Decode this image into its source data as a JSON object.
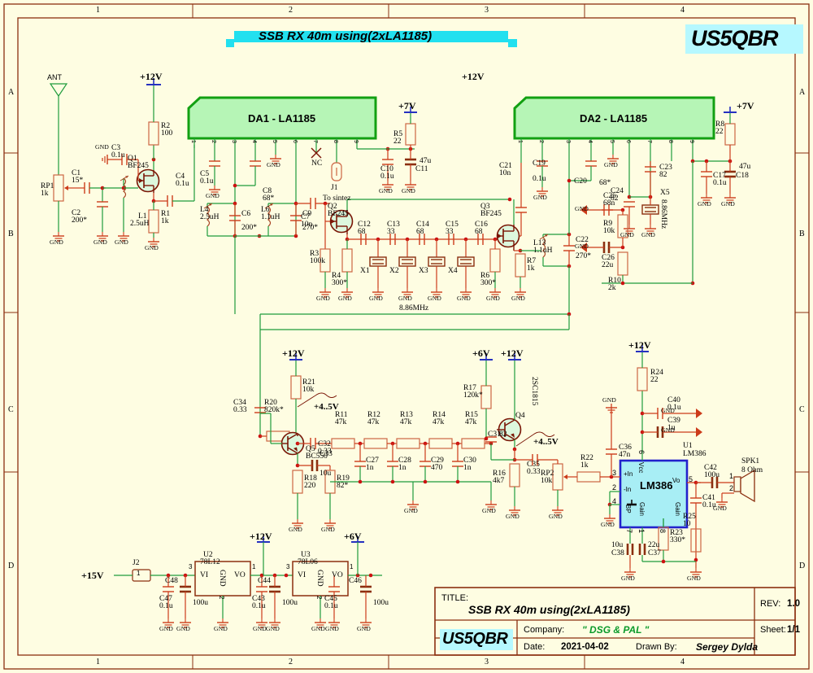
{
  "sheet": {
    "title_banner": "SSB RX 40m using(2xLA1185)",
    "logo": "US5QBR",
    "zones_top": [
      "1",
      "2",
      "3",
      "4"
    ],
    "zones_bottom": [
      "1",
      "2",
      "3",
      "4"
    ],
    "zones_left": [
      "A",
      "B",
      "C",
      "D"
    ],
    "zones_right": [
      "A",
      "B",
      "C",
      "D"
    ],
    "colors": {
      "background": "#fefde2",
      "wire": "#1f9c3d",
      "part": "#a84422",
      "chip_fill": "#b6f5b6",
      "chip_stroke": "#12a012",
      "power_label": "#2f7fd8",
      "gnd_label": "#9b5fb0",
      "title_pink": "#cc1fa8",
      "banner_cyan": "#22e0ef",
      "lm386_fill": "#a8eef5",
      "lm386_stroke": "#2222cc"
    }
  },
  "title_block": {
    "title_key": "TITLE:",
    "title_value": "SSB RX 40m using(2xLA1185)",
    "rev_key": "REV:",
    "rev_value": "1.0",
    "company_key": "Company:",
    "company_value": "\" DSG & PAL \"",
    "sheet_key": "Sheet:",
    "sheet_value": "1/1",
    "date_key": "Date:",
    "date_value": "2021-04-02",
    "drawn_key": "Drawn By:",
    "drawn_value": "Sergey Dylda",
    "logo": "US5QBR"
  },
  "chips": [
    {
      "name": "DA1 - LA1185",
      "pins": [
        "1",
        "2",
        "3",
        "4",
        "5",
        "6",
        "7",
        "8",
        "9"
      ]
    },
    {
      "name": "DA2 - LA1185",
      "pins": [
        "1",
        "2",
        "3",
        "4",
        "5",
        "6",
        "7",
        "8",
        "9"
      ]
    }
  ],
  "lm386": {
    "refdes": "U1",
    "part": "LM386",
    "body_label": "LM386",
    "pins": [
      {
        "num": "3",
        "name": "+In"
      },
      {
        "num": "2",
        "name": "-In"
      },
      {
        "num": "4",
        "name": ""
      },
      {
        "num": "6",
        "name": "Vcc"
      },
      {
        "num": "5",
        "name": "Vo"
      },
      {
        "num": "7",
        "name": "BP"
      },
      {
        "num": "1",
        "name": "Gain"
      },
      {
        "num": "8",
        "name": "Gain"
      }
    ]
  },
  "power_nets": [
    {
      "label": "+12V"
    },
    {
      "label": "+7V"
    },
    {
      "label": "+12V"
    },
    {
      "label": "+7V"
    },
    {
      "label": "+12V"
    },
    {
      "label": "+6V"
    },
    {
      "label": "+12V"
    },
    {
      "label": "+12V"
    },
    {
      "label": "+12V"
    },
    {
      "label": "+6V"
    },
    {
      "label": "+15V"
    }
  ],
  "annotations": [
    {
      "text": "ANT"
    },
    {
      "text": "NC"
    },
    {
      "text": "To sintez"
    },
    {
      "text": "8.86MHz"
    },
    {
      "text": "8.86MHz"
    },
    {
      "text": "+4..5V"
    },
    {
      "text": "+4..5V"
    },
    {
      "text": "2SC1815"
    },
    {
      "text": "SPK1"
    },
    {
      "text": "8 Ohm"
    },
    {
      "text": "GND"
    }
  ],
  "components": {
    "resistors": [
      {
        "ref": "R1",
        "val": "1k"
      },
      {
        "ref": "R2",
        "val": "100"
      },
      {
        "ref": "R3",
        "val": "100k"
      },
      {
        "ref": "R4",
        "val": "300*"
      },
      {
        "ref": "R5",
        "val": "22"
      },
      {
        "ref": "R6",
        "val": "300*"
      },
      {
        "ref": "R7",
        "val": "1k"
      },
      {
        "ref": "R8",
        "val": "22"
      },
      {
        "ref": "R9",
        "val": "10k"
      },
      {
        "ref": "R10",
        "val": "2k"
      },
      {
        "ref": "R11",
        "val": "47k"
      },
      {
        "ref": "R12",
        "val": "47k"
      },
      {
        "ref": "R13",
        "val": "47k"
      },
      {
        "ref": "R14",
        "val": "47k"
      },
      {
        "ref": "R15",
        "val": "47k"
      },
      {
        "ref": "R16",
        "val": "4k7"
      },
      {
        "ref": "R17",
        "val": "120k*"
      },
      {
        "ref": "R18",
        "val": "220"
      },
      {
        "ref": "R19",
        "val": "82*"
      },
      {
        "ref": "R20",
        "val": "820k*"
      },
      {
        "ref": "R21",
        "val": "10k"
      },
      {
        "ref": "R22",
        "val": "1k"
      },
      {
        "ref": "R23",
        "val": "330*"
      },
      {
        "ref": "R24",
        "val": "22"
      },
      {
        "ref": "R25",
        "val": "10"
      }
    ],
    "potentiometers": [
      {
        "ref": "RP1",
        "val": "1k"
      },
      {
        "ref": "RP2",
        "val": "10k"
      }
    ],
    "capacitors": [
      {
        "ref": "C1",
        "val": "15*"
      },
      {
        "ref": "C2",
        "val": "200*"
      },
      {
        "ref": "C3",
        "val": "0.1u"
      },
      {
        "ref": "C4",
        "val": "0.1u"
      },
      {
        "ref": "C5",
        "val": "0.1u"
      },
      {
        "ref": "C6",
        "val": "200*"
      },
      {
        "ref": "C7",
        "val": "10n"
      },
      {
        "ref": "C8",
        "val": "68*"
      },
      {
        "ref": "C9",
        "val": "270*"
      },
      {
        "ref": "C10",
        "val": "0.1u"
      },
      {
        "ref": "C11",
        "val": "47u"
      },
      {
        "ref": "C12",
        "val": "68"
      },
      {
        "ref": "C13",
        "val": "33"
      },
      {
        "ref": "C14",
        "val": "68"
      },
      {
        "ref": "C15",
        "val": "33"
      },
      {
        "ref": "C16",
        "val": "68"
      },
      {
        "ref": "C17",
        "val": "0.1u"
      },
      {
        "ref": "C18",
        "val": "47u"
      },
      {
        "ref": "C19",
        "val": "0.1u"
      },
      {
        "ref": "C20",
        "val": "68*"
      },
      {
        "ref": "C21",
        "val": "10n"
      },
      {
        "ref": "C22",
        "val": "270*"
      },
      {
        "ref": "C23",
        "val": "82"
      },
      {
        "ref": "C24",
        "val": "82"
      },
      {
        "ref": "C25",
        "val": "68n"
      },
      {
        "ref": "C26",
        "val": "22u"
      },
      {
        "ref": "C27",
        "val": "1n"
      },
      {
        "ref": "C28",
        "val": "1n"
      },
      {
        "ref": "C29",
        "val": "470"
      },
      {
        "ref": "C30",
        "val": "1n"
      },
      {
        "ref": "C31",
        "val": "82"
      },
      {
        "ref": "C32",
        "val": "0.33"
      },
      {
        "ref": "C33",
        "val": "10u"
      },
      {
        "ref": "C34",
        "val": "0.33"
      },
      {
        "ref": "C35",
        "val": "0.33"
      },
      {
        "ref": "C36",
        "val": "47n"
      },
      {
        "ref": "C37",
        "val": "22u"
      },
      {
        "ref": "C38",
        "val": "10u"
      },
      {
        "ref": "C39",
        "val": "1u"
      },
      {
        "ref": "C40",
        "val": "0.1u"
      },
      {
        "ref": "C41",
        "val": "0.1u"
      },
      {
        "ref": "C42",
        "val": "100u"
      },
      {
        "ref": "C43",
        "val": "0.1u"
      },
      {
        "ref": "C44",
        "val": "100u"
      },
      {
        "ref": "C45",
        "val": "0.1u"
      },
      {
        "ref": "C46",
        "val": "100u"
      },
      {
        "ref": "C47",
        "val": "0.1u"
      },
      {
        "ref": "C48",
        "val": "100u"
      }
    ],
    "inductors": [
      {
        "ref": "L1",
        "val": "2.5uH"
      },
      {
        "ref": "L4",
        "val": "2.5uH"
      },
      {
        "ref": "L6",
        "val": "1.1uH"
      },
      {
        "ref": "L13",
        "val": "1.1uH"
      }
    ],
    "transistors": [
      {
        "ref": "Q1",
        "val": "BF245"
      },
      {
        "ref": "Q2",
        "val": "BF245"
      },
      {
        "ref": "Q3",
        "val": "BF245"
      },
      {
        "ref": "Q4",
        "val": "2SC1815"
      },
      {
        "ref": "Q5",
        "val": "BC550"
      }
    ],
    "crystals": [
      {
        "ref": "X1",
        "val": ""
      },
      {
        "ref": "X2",
        "val": ""
      },
      {
        "ref": "X3",
        "val": ""
      },
      {
        "ref": "X4",
        "val": ""
      },
      {
        "ref": "X5",
        "val": "8.86MHz"
      }
    ],
    "regulators": [
      {
        "ref": "U2",
        "val": "78L12",
        "pins": [
          "1",
          "2",
          "3"
        ],
        "pinnames": [
          "VI",
          "GND",
          "VO"
        ]
      },
      {
        "ref": "U3",
        "val": "78L06",
        "pins": [
          "1",
          "2",
          "3"
        ],
        "pinnames": [
          "VI",
          "GND",
          "VO"
        ]
      }
    ],
    "connectors": [
      {
        "ref": "J1",
        "val": "To sintez"
      },
      {
        "ref": "J2",
        "val": "+15V"
      }
    ],
    "speaker": {
      "ref": "SPK1",
      "val": "8 Ohm",
      "pins": [
        "1",
        "2"
      ]
    }
  }
}
